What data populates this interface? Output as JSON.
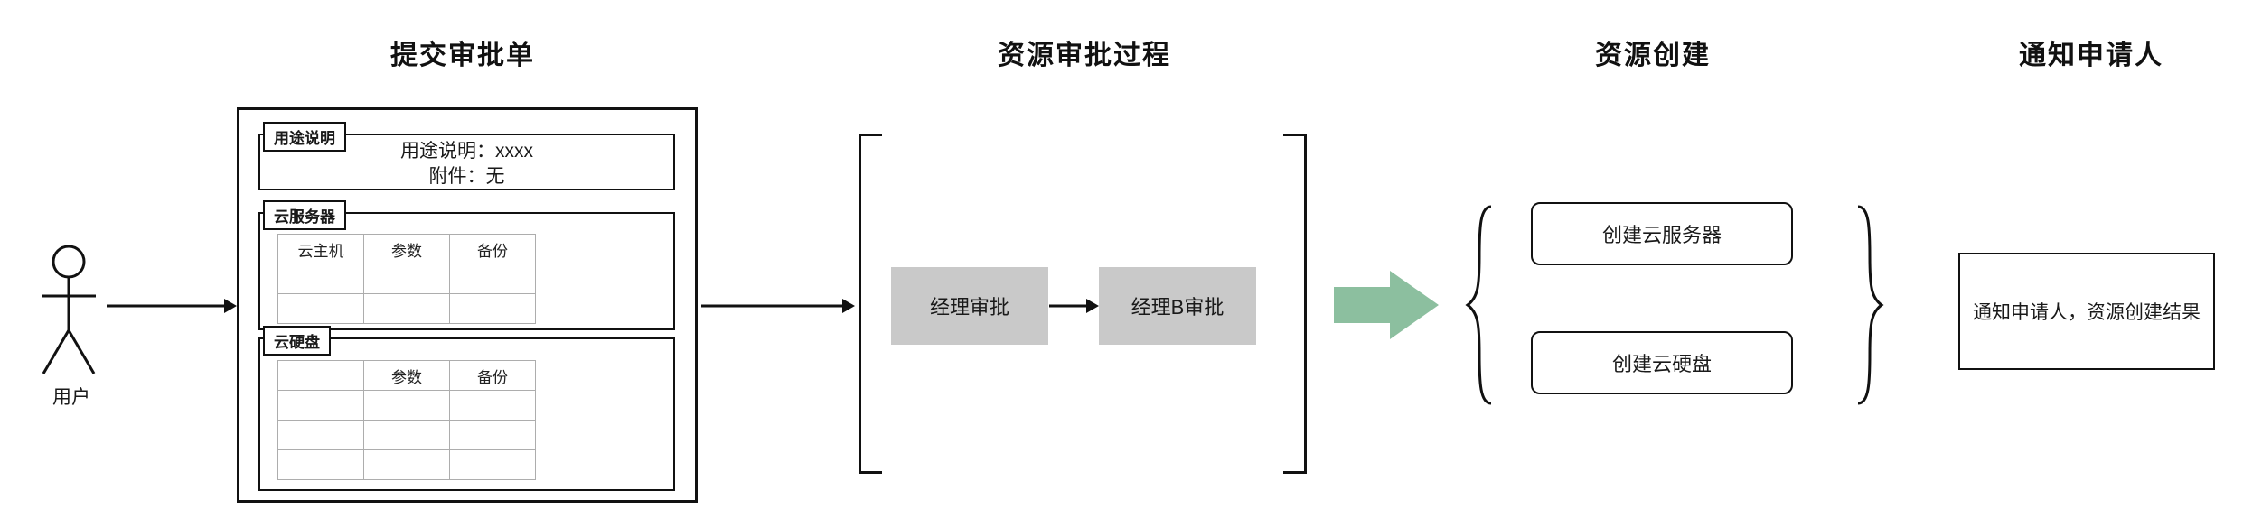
{
  "stages": {
    "submit": "提交审批单",
    "approve": "资源审批过程",
    "create": "资源创建",
    "notify": "通知申请人"
  },
  "user": {
    "label": "用户"
  },
  "form": {
    "purpose": {
      "tab": "用途说明",
      "line1": "用途说明：xxxx",
      "line2": "附件：无"
    },
    "server": {
      "tab": "云服务器",
      "table": {
        "headers": [
          "云主机",
          "参数",
          "备份"
        ],
        "rows": [
          [
            "",
            "",
            ""
          ],
          [
            "",
            "",
            ""
          ]
        ]
      }
    },
    "disk": {
      "tab": "云硬盘",
      "table": {
        "headers": [
          "",
          "参数",
          "备份"
        ],
        "rows": [
          [
            "",
            "",
            ""
          ],
          [
            "",
            "",
            ""
          ],
          [
            "",
            "",
            ""
          ]
        ]
      }
    }
  },
  "process": {
    "steps": [
      {
        "label": "经理审批"
      },
      {
        "label": "经理B审批"
      }
    ]
  },
  "creation": {
    "items": [
      {
        "label": "创建云服务器"
      },
      {
        "label": "创建云硬盘"
      }
    ]
  },
  "notify": {
    "text": "通知申请人，资源创建结果"
  },
  "colors": {
    "process_step_bg": "#C9C9C9",
    "flow_arrow_green": "#8CBF9F",
    "line": "#111111"
  }
}
